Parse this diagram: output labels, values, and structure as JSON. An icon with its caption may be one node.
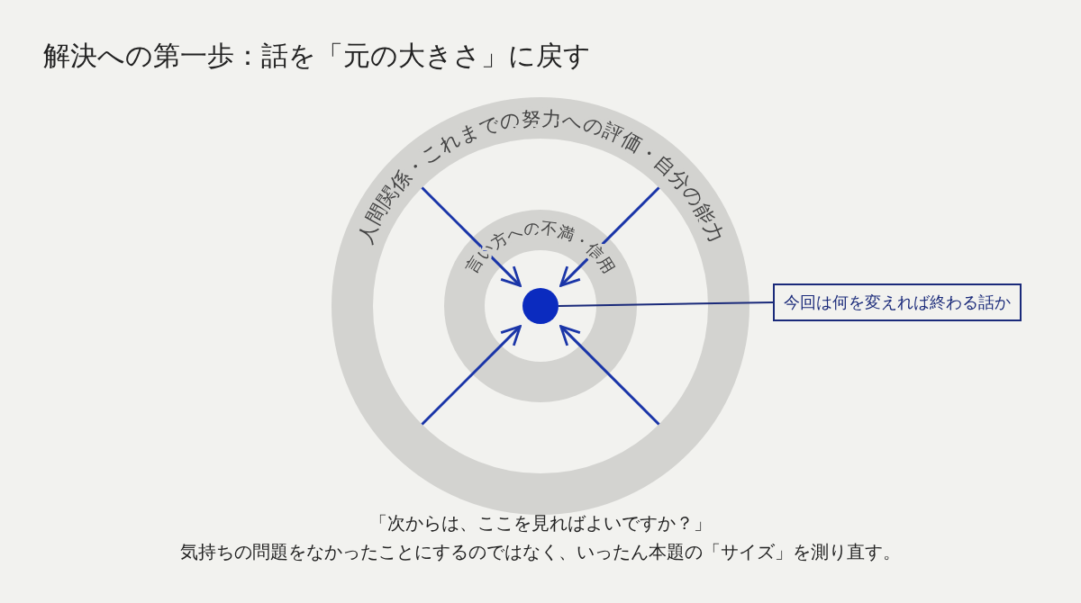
{
  "diagram": {
    "title": "解決への第一歩：話を「元の大きさ」に戻す",
    "nodes": [
      {
        "text": [
          "人間関係・これまでの努力への評価・自分の能力"
        ]
      },
      {
        "text": [
          "言い方への不満・信用"
        ],
        "in": 0
      },
      {
        "text": [],
        "shape": "circle",
        "in": 1
      },
      {
        "text": [
          "今回は何を変えれば終わる話か"
        ]
      }
    ],
    "edges": [
      {
        "from": 0,
        "to": 2,
        "arrow": "to"
      },
      {
        "from": 0,
        "to": 2,
        "arrow": "to"
      },
      {
        "from": 0,
        "to": 2,
        "arrow": "to"
      },
      {
        "from": 0,
        "to": 2,
        "arrow": "to"
      },
      {
        "from": 3,
        "to": 2,
        "arrow": "none"
      }
    ],
    "labels": [
      "「次からは、ここを見ればよいですか？」",
      "気持ちの問題をなかったことにするのではなく、いったん本題の「サイズ」を測り直す。"
    ]
  }
}
